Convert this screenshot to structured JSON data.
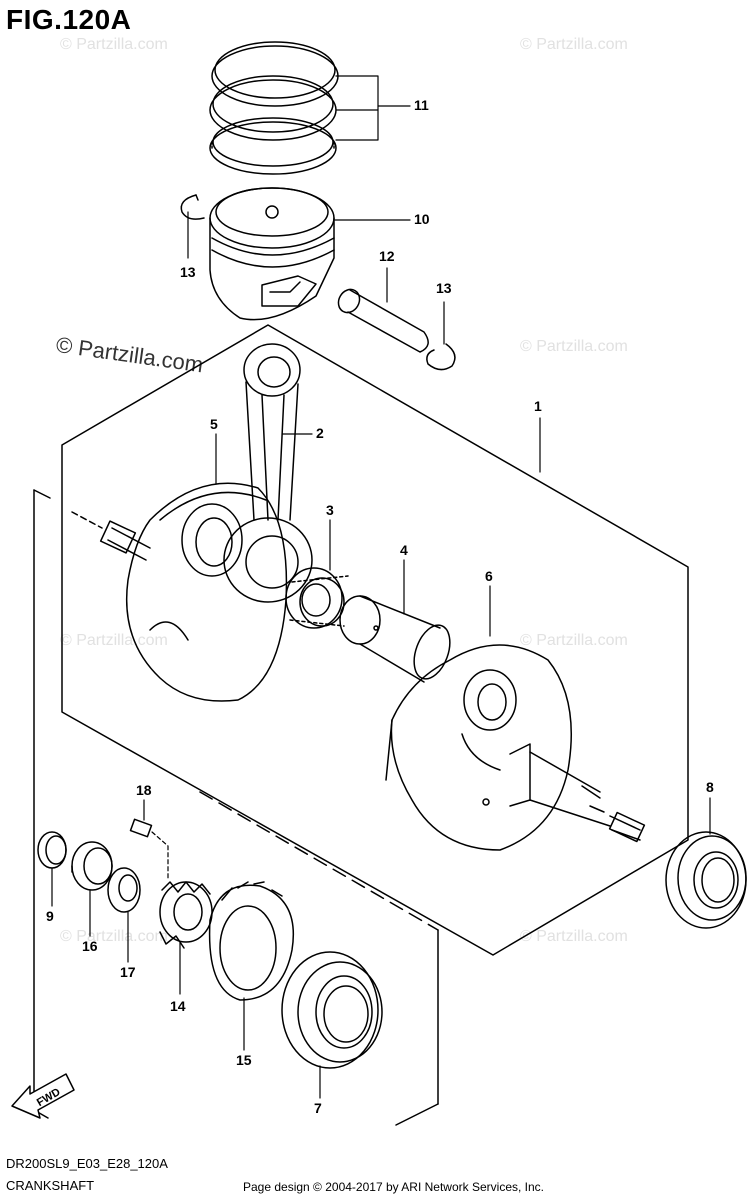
{
  "figure_title": "FIG.120A",
  "watermark_text": "© Partzilla.com",
  "callouts": {
    "p1": "1",
    "p2": "2",
    "p3": "3",
    "p4": "4",
    "p5": "5",
    "p6": "6",
    "p7": "7",
    "p8": "8",
    "p9": "9",
    "p10": "10",
    "p11": "11",
    "p12": "12",
    "p13a": "13",
    "p13b": "13",
    "p14": "14",
    "p15": "15",
    "p16": "16",
    "p17": "17",
    "p18": "18"
  },
  "fwd_label": "FWD",
  "diagram_code": "DR200SL9_E03_E28_120A",
  "caption": "CRANKSHAFT",
  "credit": "Page design © 2004-2017 by ARI Network Services, Inc."
}
